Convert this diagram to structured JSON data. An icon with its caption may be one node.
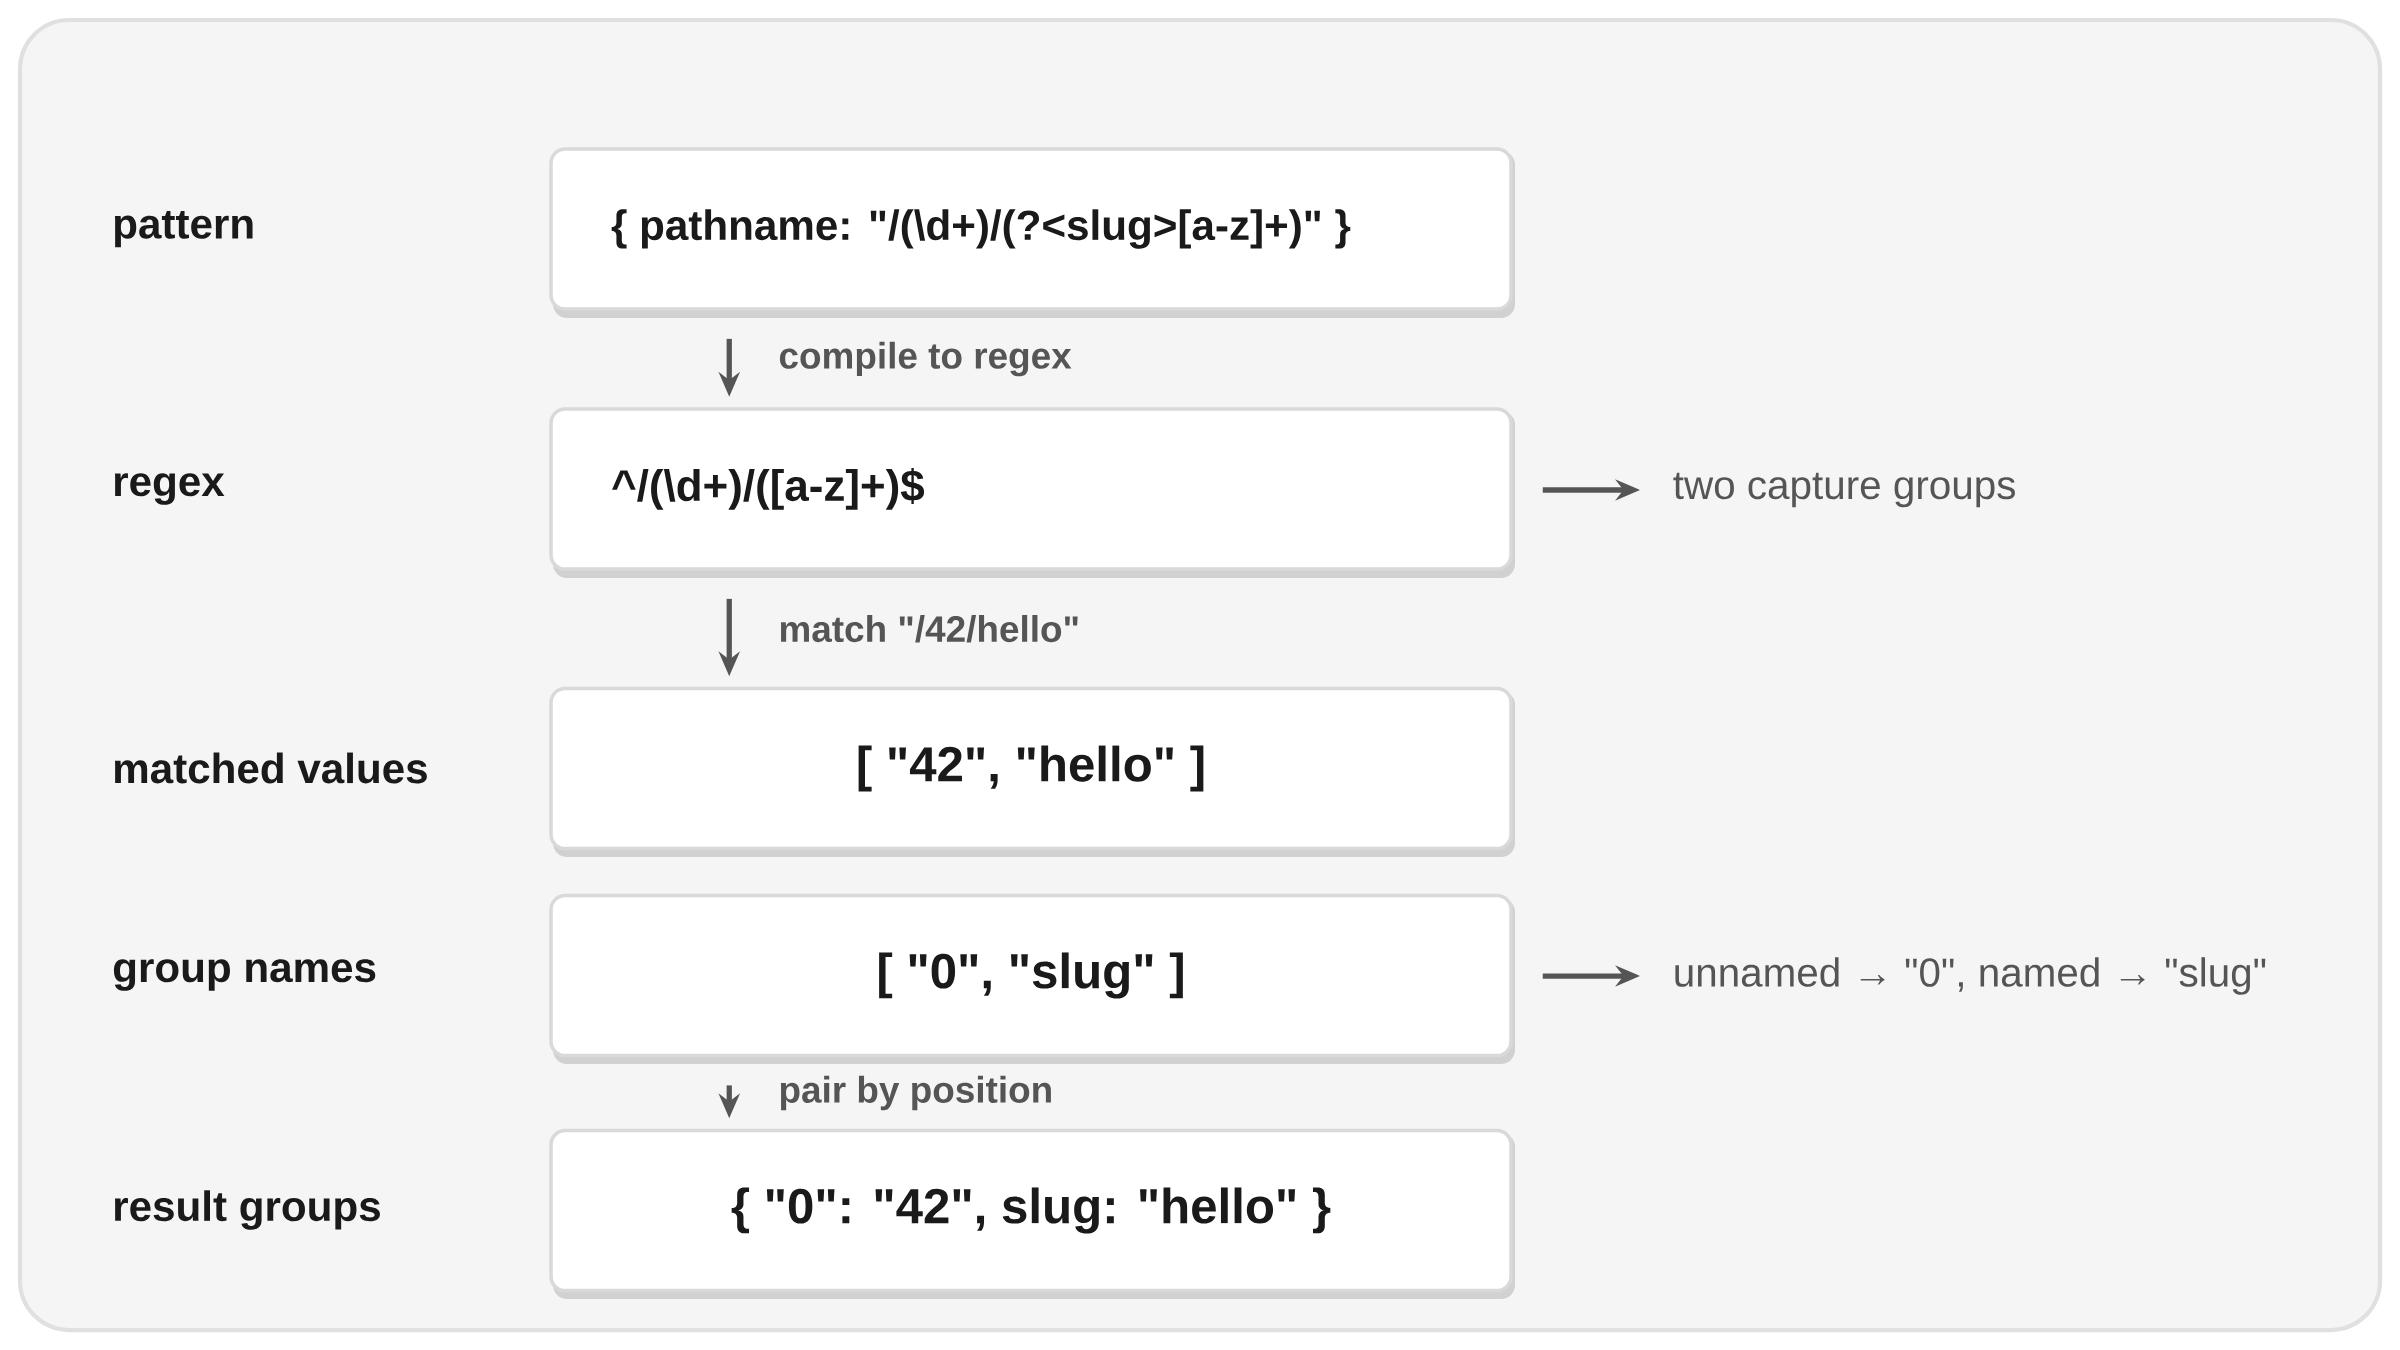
{
  "diagram": {
    "nodes": [
      {
        "text": [
          "{ pathname: \"/(\\d+)/(?<slug>[a-z]+)\" }"
        ]
      },
      {
        "text": [
          "^/(\\d+)/([a-z]+)$"
        ]
      },
      {
        "text": [
          "[ \"42\", \"hello\" ]"
        ]
      },
      {
        "text": [
          "[ \"0\", \"slug\" ]"
        ]
      },
      {
        "text": [
          "{ \"0\": \"42\", slug: \"hello\" }"
        ]
      },
      {
        "text": [
          "two capture groups"
        ]
      },
      {
        "text": [
          "unnamed → \"0\", named → \"slug\""
        ]
      }
    ],
    "edges": [
      {
        "from": 0,
        "to": 1,
        "arrow": "to",
        "label": "compile to regex"
      },
      {
        "from": 1,
        "to": 2,
        "arrow": "to",
        "label": "match \"/42/hello\""
      },
      {
        "from": 3,
        "to": 4,
        "arrow": "to",
        "label": "pair by position"
      },
      {
        "from": 1,
        "to": 5,
        "arrow": "to"
      },
      {
        "from": 3,
        "to": 6,
        "arrow": "to"
      }
    ],
    "labels": [
      "pattern",
      "regex",
      "matched values",
      "group names",
      "result groups"
    ]
  }
}
